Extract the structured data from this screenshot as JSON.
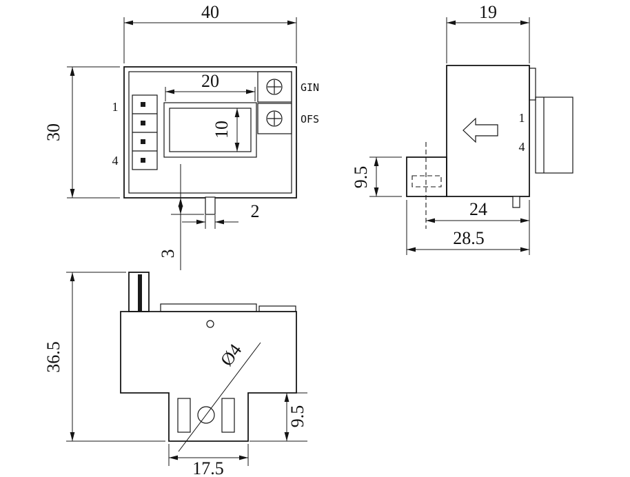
{
  "front_view": {
    "dims": {
      "overall_width": "40",
      "overall_height": "30",
      "window_width": "20",
      "window_height": "10",
      "tab_width": "2",
      "tab_length": "3"
    },
    "labels": {
      "pin_first": "1",
      "pin_last": "4",
      "trimmer_gain": "GIN",
      "trimmer_offset": "OFS"
    }
  },
  "side_view": {
    "dims": {
      "width": "19",
      "boss_height": "9.5",
      "inner_depth": "24",
      "overall_depth": "28.5"
    },
    "labels": {
      "pin_first": "1",
      "pin_last": "4"
    }
  },
  "bottom_view": {
    "dims": {
      "overall_height": "36.5",
      "hole_diameter": "Ø4",
      "step_height": "9.5",
      "slot_width": "17.5"
    }
  }
}
